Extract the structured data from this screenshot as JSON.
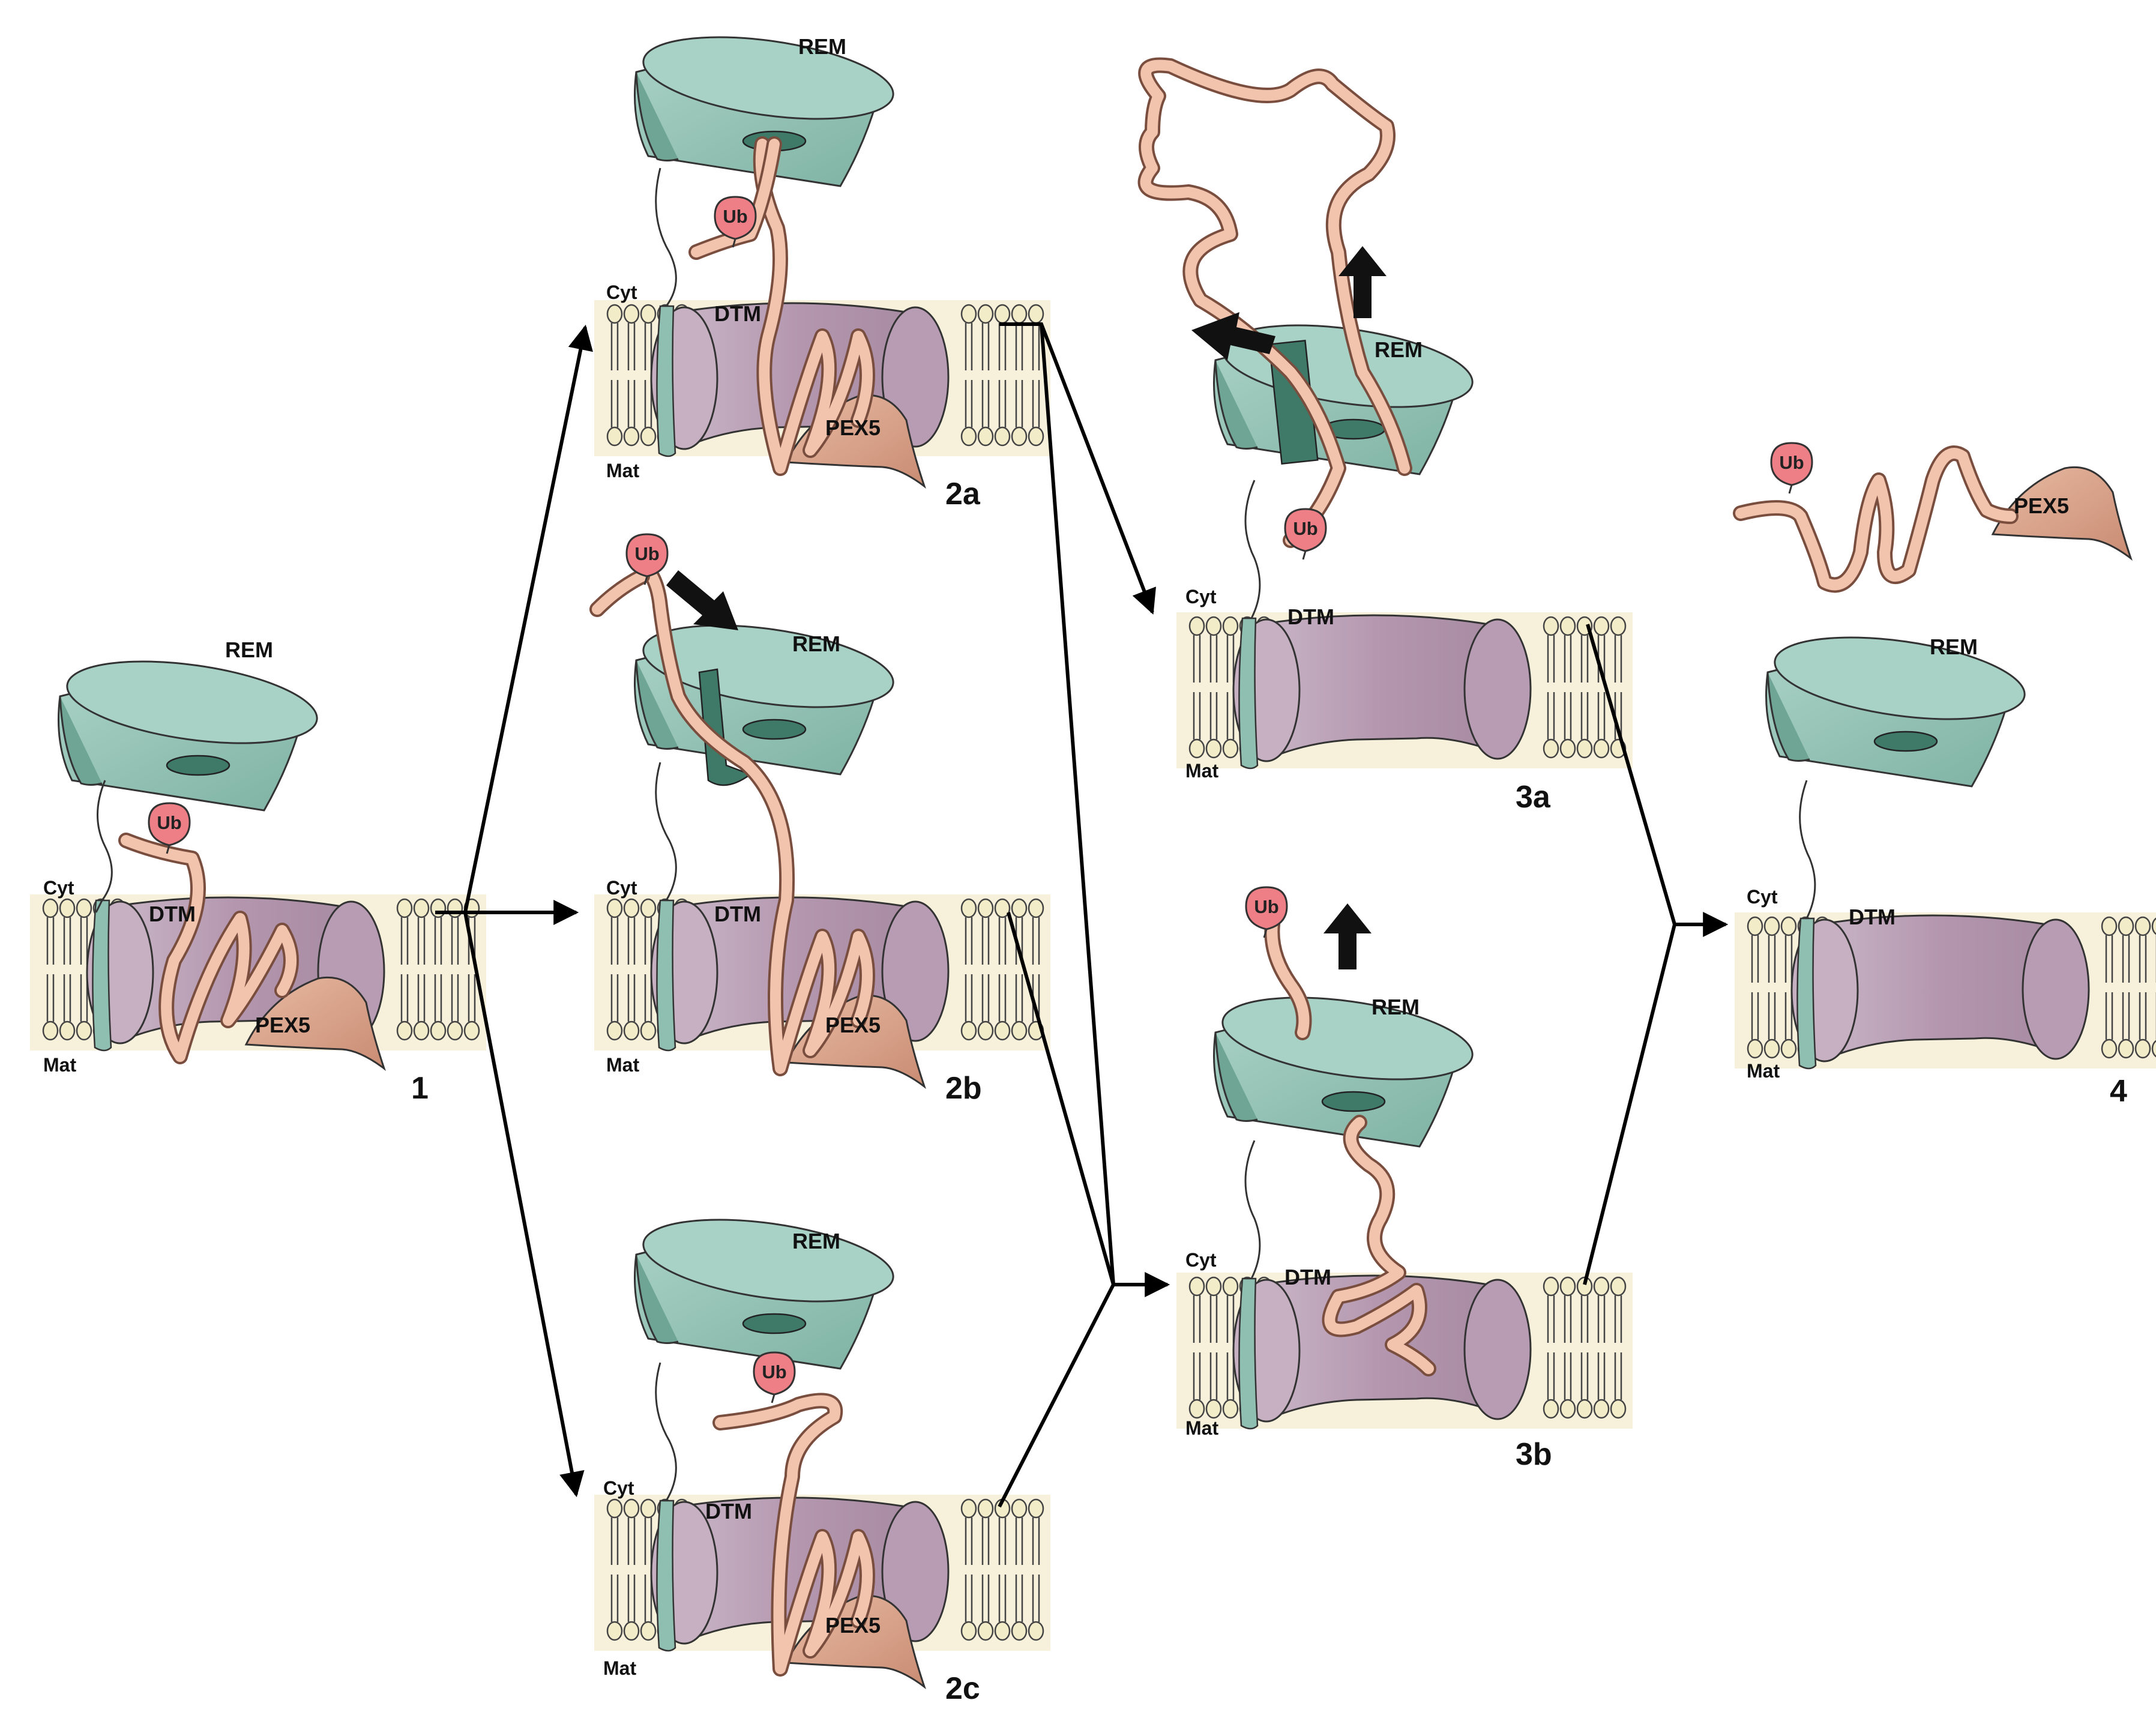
{
  "labels": {
    "rem": "REM",
    "dtm": "DTM",
    "pex5": "PEX5",
    "ub": "Ub",
    "cyt": "Cyt",
    "mat": "Mat"
  },
  "panels": [
    {
      "id": "1",
      "label": "1"
    },
    {
      "id": "2a",
      "label": "2a"
    },
    {
      "id": "2b",
      "label": "2b"
    },
    {
      "id": "2c",
      "label": "2c"
    },
    {
      "id": "3a",
      "label": "3a"
    },
    {
      "id": "3b",
      "label": "3b"
    },
    {
      "id": "4",
      "label": "4"
    }
  ],
  "colors": {
    "rem": "#8fbfb1",
    "rem_dark": "#3f7a68",
    "dtm": "#bfa6ba",
    "pex5": "#dba68f",
    "chain": "#f2c4ad",
    "ub": "#ee7f86",
    "membrane_bg": "#f7f1dc",
    "lipid_head": "#f3ecc8"
  }
}
